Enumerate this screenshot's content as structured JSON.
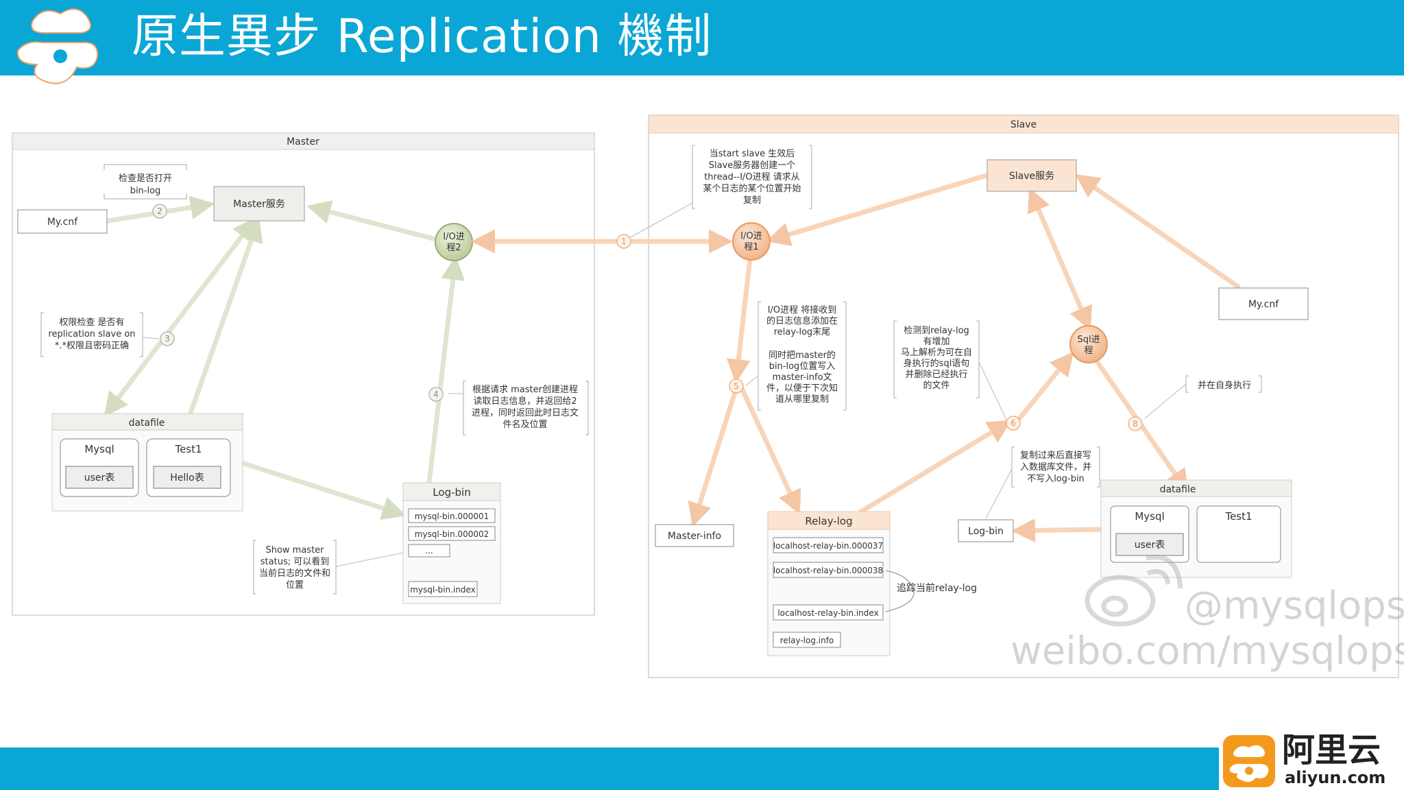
{
  "page": {
    "title": "原生異步 Replication 機制",
    "brand_cn": "阿里云",
    "brand_en": "aliyun.com",
    "colors": {
      "header": "#0aa6d6",
      "master_arrow": "#dfe6d0",
      "slave_arrow": "#f8d4b8",
      "io_thread_master": "#c8d6a8",
      "io_thread_slave": "#f6c49e"
    }
  },
  "master": {
    "panel_title": "Master",
    "mycnf": "My.cnf",
    "service": "Master服务",
    "io_thread": [
      "I/O进",
      "程2"
    ],
    "note_binlog": [
      "检查是否打开",
      "bin-log"
    ],
    "note_priv": [
      "权限检查 是否有",
      "replication slave on",
      "*.*权限且密码正确"
    ],
    "note_request": [
      "根据请求 master创建进程",
      "读取日志信息，并返回给2",
      "进程，同时返回此时日志文",
      "件名及位置"
    ],
    "note_status": [
      "Show master",
      "status; 可以看到",
      "当前日志的文件和",
      "位置"
    ],
    "datafile": {
      "title": "datafile",
      "db1": "Mysql",
      "table1": "user表",
      "db2": "Test1",
      "table2": "Hello表"
    },
    "logbin": {
      "title": "Log-bin",
      "files": [
        "mysql-bin.000001",
        "mysql-bin.000002",
        "..."
      ],
      "index": "mysql-bin.index"
    },
    "steps": [
      "2",
      "3",
      "4"
    ]
  },
  "slave": {
    "panel_title": "Slave",
    "service": "Slave服务",
    "io_thread": [
      "I/O进",
      "程1"
    ],
    "sql_thread": [
      "Sql进",
      "程"
    ],
    "mycnf": "My.cnf",
    "master_info": "Master-info",
    "logbin": "Log-bin",
    "note_start": [
      "当start slave 生效后",
      "Slave服务器创建一个",
      "thread--I/O进程 请求从",
      "某个日志的某个位置开始",
      "复制"
    ],
    "note_io": [
      "I/O进程 将接收到",
      "的日志信息添加在",
      "relay-log末尾",
      "",
      "同时把master的",
      "bin-log位置写入",
      "master-info文",
      "件，以便于下次知",
      "道从哪里复制"
    ],
    "note_sql": [
      "检测到relay-log",
      "有增加",
      "马上解析为可在自",
      "身执行的sql语句",
      "并删除已经执行",
      "的文件"
    ],
    "note_exec": "并在自身执行",
    "note_copy": [
      "复制过来后直接写",
      "入数据库文件，并",
      "不写入log-bin"
    ],
    "note_track": "追踪当前relay-log",
    "relay": {
      "title": "Relay-log",
      "files": [
        "localhost-relay-bin.000037",
        "localhost-relay-bin.000038"
      ],
      "index": "localhost-relay-bin.index",
      "info": "relay-log.info"
    },
    "datafile": {
      "title": "datafile",
      "db1": "Mysql",
      "table1": "user表",
      "db2": "Test1"
    },
    "steps": [
      "1",
      "5",
      "6",
      "8"
    ]
  },
  "watermark": {
    "handle": "@mysqlops",
    "url": "weibo.com/mysqlops"
  }
}
